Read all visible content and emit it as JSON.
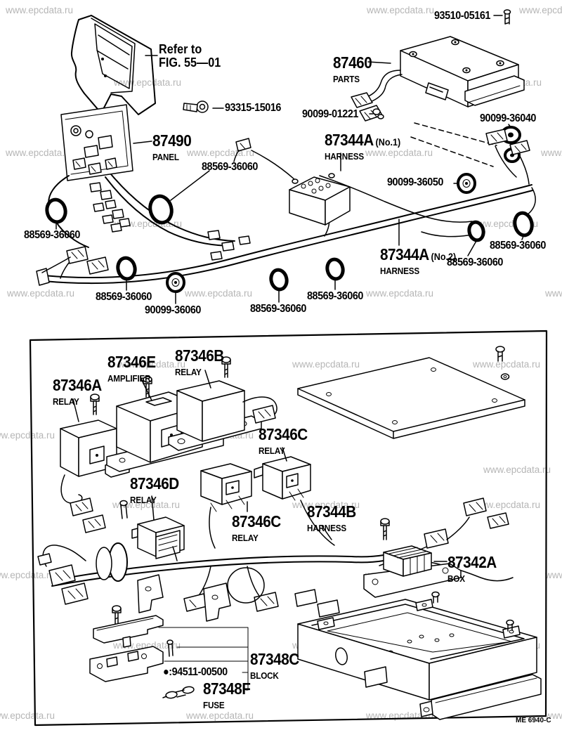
{
  "watermark": "www.epcdata.ru",
  "footer_code": "ME 6940-C",
  "note": {
    "line1": "Refer to",
    "line2": "FIG. 55—01"
  },
  "labels": {
    "bolt_top": {
      "num": "93510-05161"
    },
    "ecu": {
      "num": "87460",
      "sub": "PARTS"
    },
    "screw": {
      "num": "93315-15016"
    },
    "clip": {
      "num": "90099-01221"
    },
    "grommet_36040": {
      "num": "90099-36040"
    },
    "panel": {
      "num": "87490",
      "sub": "PANEL"
    },
    "harness_no1": {
      "num": "87344A",
      "variant": "(No.1)",
      "sub": "HARNESS"
    },
    "clamp_top_center": {
      "num": "88569-36060"
    },
    "grommet_36050": {
      "num": "90099-36050"
    },
    "clamp_left": {
      "num": "88569-36060"
    },
    "harness_no2": {
      "num": "87344A",
      "variant": "(No.2)",
      "sub": "HARNESS"
    },
    "clamp_right_inner": {
      "num": "88569-36060"
    },
    "clamp_right_outer": {
      "num": "88569-36060"
    },
    "clamp_bottom_1": {
      "num": "88569-36060"
    },
    "grommet_36060": {
      "num": "90099-36060"
    },
    "clamp_bottom_2": {
      "num": "88569-36060"
    },
    "clamp_bottom_3": {
      "num": "88569-36060"
    },
    "relay_e": {
      "num": "87346E",
      "sub": "AMPLIFIER"
    },
    "relay_b": {
      "num": "87346B",
      "sub": "RELAY"
    },
    "relay_a": {
      "num": "87346A",
      "sub": "RELAY"
    },
    "relay_c_upper": {
      "num": "87346C",
      "sub": "RELAY"
    },
    "relay_d": {
      "num": "87346D",
      "sub": "RELAY"
    },
    "relay_c_lower": {
      "num": "87346C",
      "sub": "RELAY"
    },
    "harness_b": {
      "num": "87344B",
      "sub": "HARNESS"
    },
    "box_87342a": {
      "num": "87342A",
      "sub": "BOX"
    },
    "block": {
      "num": "87348C",
      "sub": "BLOCK"
    },
    "clip_94511": {
      "prefix": "●:",
      "num": "94511-00500"
    },
    "fuse": {
      "num": "87348F",
      "sub": "FUSE"
    }
  }
}
